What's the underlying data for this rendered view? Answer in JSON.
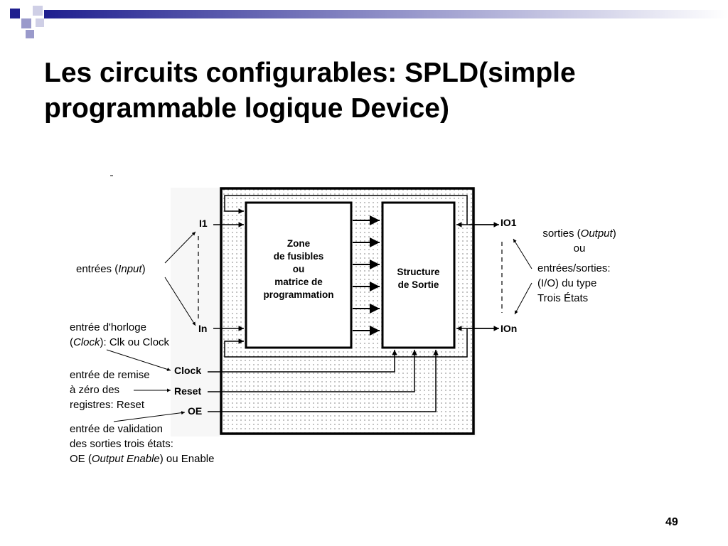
{
  "title_lines": [
    "Les circuits configurables: SPLD(simple",
    "programmable logique Device)"
  ],
  "colors": {
    "accent": "#1f1f8f",
    "gradient_end": "#ffffff",
    "square_mid": "#9a9acb",
    "square_light": "#cfcfe6"
  },
  "diagram": {
    "zone_lines": [
      "Zone",
      "de fusibles",
      "ou",
      "matrice de",
      "programmation"
    ],
    "structure_lines": [
      "Structure",
      "de Sortie"
    ],
    "pins": {
      "i1": "I1",
      "in": "In",
      "io1": "IO1",
      "ion": "IOn",
      "clock": "Clock",
      "reset": "Reset",
      "oe": "OE"
    },
    "labels": {
      "inputs": {
        "prefix": "entrées (",
        "italic": "Input",
        "suffix": ")"
      },
      "clock": {
        "line1": "entrée d'horloge",
        "line2_open": "(",
        "line2_italic": "Clock",
        "line2_rest": "): Clk ou Clock"
      },
      "reset_lines": [
        "entrée de remise",
        "à zéro des",
        "registres: Reset"
      ],
      "oe": {
        "line1": "entrée de validation",
        "line2": "des sorties trois états:",
        "line3_prefix": "OE (",
        "line3_italic": "Output Enable",
        "line3_suffix": ") ou Enable"
      },
      "outputs": {
        "prefix": "sorties (",
        "italic": "Output",
        "suffix": ")",
        "ou": "ou"
      },
      "io_lines": [
        "entrées/sorties:",
        "(I/O) du type",
        "Trois États"
      ]
    }
  },
  "page_number": "49"
}
